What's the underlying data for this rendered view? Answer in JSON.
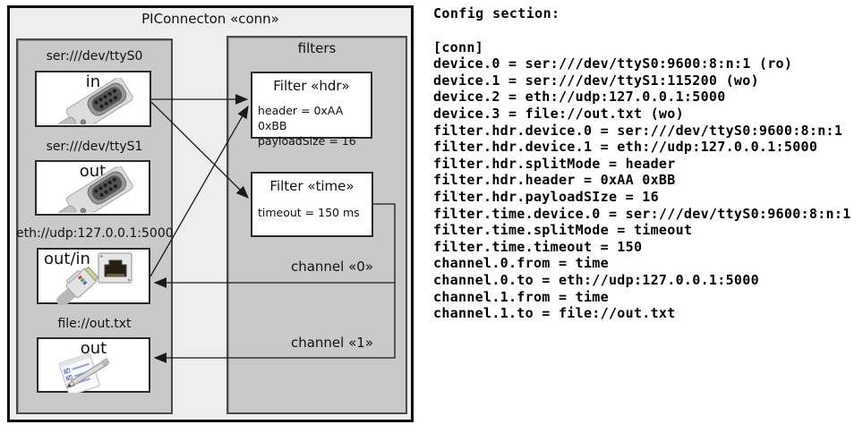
{
  "colors": {
    "canvas_bg": "#ffffff",
    "outer_fill": "#eeeeee",
    "panel_fill": "#c9c9c9",
    "box_fill": "#ffffff",
    "line": "#1a1a1a"
  },
  "diagram": {
    "title": "PIConnecton «conn»",
    "filters_panel_label": "filters",
    "devices": [
      {
        "uri": "ser:///dev/ttyS0",
        "mode": "in",
        "icon": "db9-serial-connector-photo"
      },
      {
        "uri": "ser:///dev/ttyS1",
        "mode": "out",
        "icon": "db9-serial-connector-photo"
      },
      {
        "uri": "eth://udp:127.0.0.1:5000",
        "mode": "out/in",
        "icon": "rj45-port-and-plug-photo"
      },
      {
        "uri": "file://out.txt",
        "mode": "out",
        "icon": "notepad-pencil-photo"
      }
    ],
    "filters": [
      {
        "title": "Filter «hdr»",
        "attributes": [
          "header = 0xAA 0xBB",
          "payloadSize = 16"
        ]
      },
      {
        "title": "Filter «time»",
        "attributes": [
          "timeout = 150 ms"
        ]
      }
    ],
    "channels": [
      {
        "label": "channel «0»"
      },
      {
        "label": "channel «1»"
      }
    ]
  },
  "config": {
    "heading": "Config section:",
    "lines": [
      "",
      "[conn]",
      "device.0 = ser:///dev/ttyS0:9600:8:n:1 (ro)",
      "device.1 = ser:///dev/ttyS1:115200 (wo)",
      "device.2 = eth://udp:127.0.0.1:5000",
      "device.3 = file://out.txt (wo)",
      "filter.hdr.device.0 = ser:///dev/ttyS0:9600:8:n:1",
      "filter.hdr.device.1 = eth://udp:127.0.0.1:5000",
      "filter.hdr.splitMode = header",
      "filter.hdr.header = 0xAA 0xBB",
      "filter.hdr.payloadSIze = 16",
      "filter.time.device.0 = ser:///dev/ttyS0:9600:8:n:1",
      "filter.time.splitMode = timeout",
      "filter.time.timeout = 150",
      "channel.0.from = time",
      "channel.0.to = eth://udp:127.0.0.1:5000",
      "channel.1.from = time",
      "channel.1.to = file://out.txt"
    ]
  }
}
